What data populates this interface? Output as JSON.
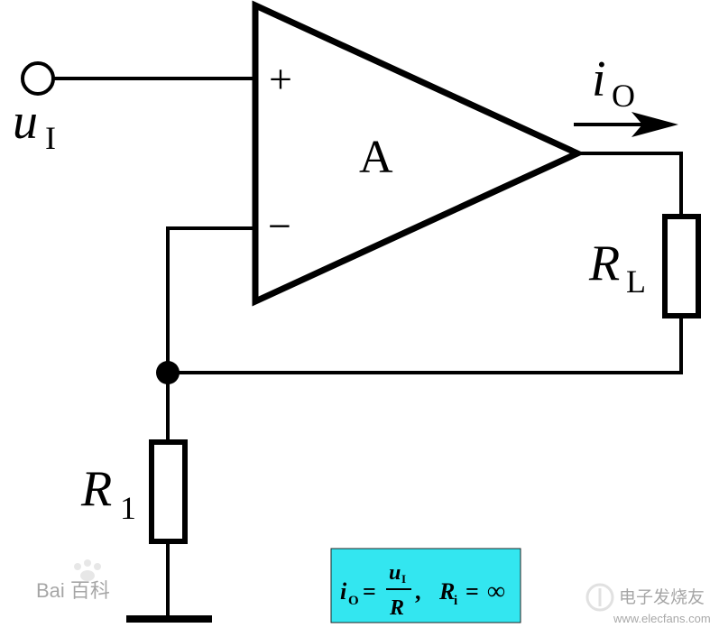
{
  "circuit": {
    "amplifier_label": "A",
    "noninverting_sign": "+",
    "inverting_sign": "−",
    "input_label_main": "u",
    "input_label_sub": "I",
    "output_current_main": "i",
    "output_current_sub": "O",
    "load_resistor_main": "R",
    "load_resistor_sub": "L",
    "feedback_resistor_main": "R",
    "feedback_resistor_sub": "1"
  },
  "formula": {
    "io_main": "i",
    "io_sub": "O",
    "equals_1": "=",
    "numerator_main": "u",
    "numerator_sub": "I",
    "denominator": "R",
    "separator": ",",
    "ri_main": "R",
    "ri_sub": "i",
    "equals_2": "=",
    "infinity": "∞",
    "box_color": "#33e6f0"
  },
  "watermarks": {
    "left": "Bai 百科",
    "right_line1": "电子发烧友",
    "right_line2": "www.elecfans.com"
  }
}
